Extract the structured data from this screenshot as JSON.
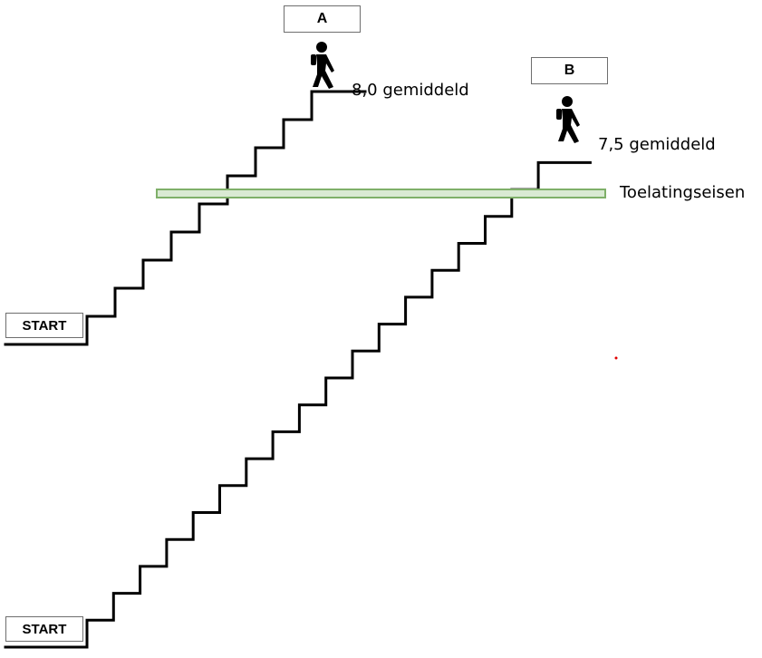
{
  "start_label": "START",
  "students": [
    {
      "id": "A",
      "average_text": "8,0 gemiddeld"
    },
    {
      "id": "B",
      "average_text": "7,5 gemiddeld"
    }
  ],
  "threshold_label": "Toelatingseisen",
  "colors": {
    "stairs": "#000000",
    "threshold_fill": "#d9ead3",
    "threshold_stroke": "#7fb069",
    "dot": "#e00000"
  },
  "icons": [
    "walking-hiker-icon"
  ]
}
